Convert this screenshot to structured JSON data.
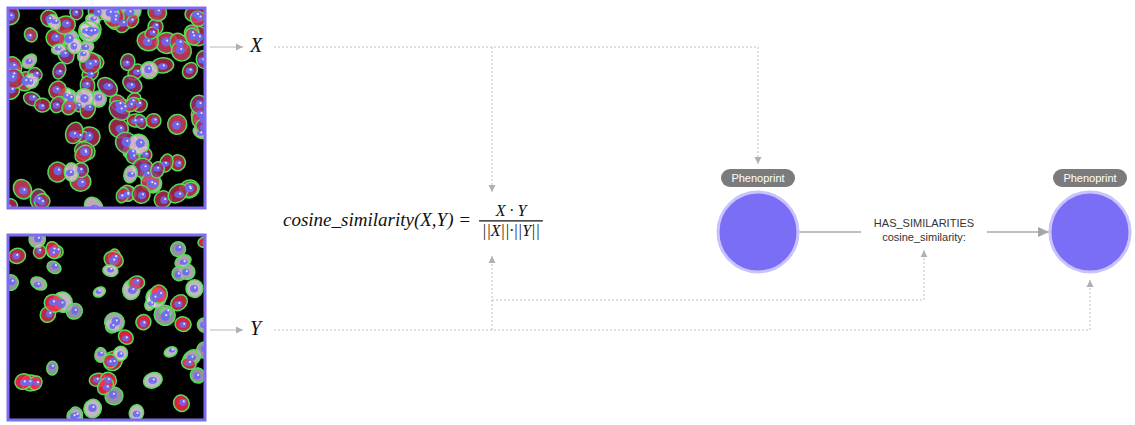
{
  "diagram": {
    "nodes": [
      {
        "text": [
          "Phenoprint"
        ]
      },
      {
        "text": [
          "Phenoprint"
        ]
      }
    ],
    "edges": [
      {
        "from": 0,
        "to": 1,
        "label": "HAS_SIMILARITIES cosine_similarity:",
        "arrow": "to"
      }
    ],
    "labels": [
      "X",
      "Y",
      "cosine_similarity(X,Y) =",
      "X · Y",
      "||X||·||Y||"
    ]
  }
}
